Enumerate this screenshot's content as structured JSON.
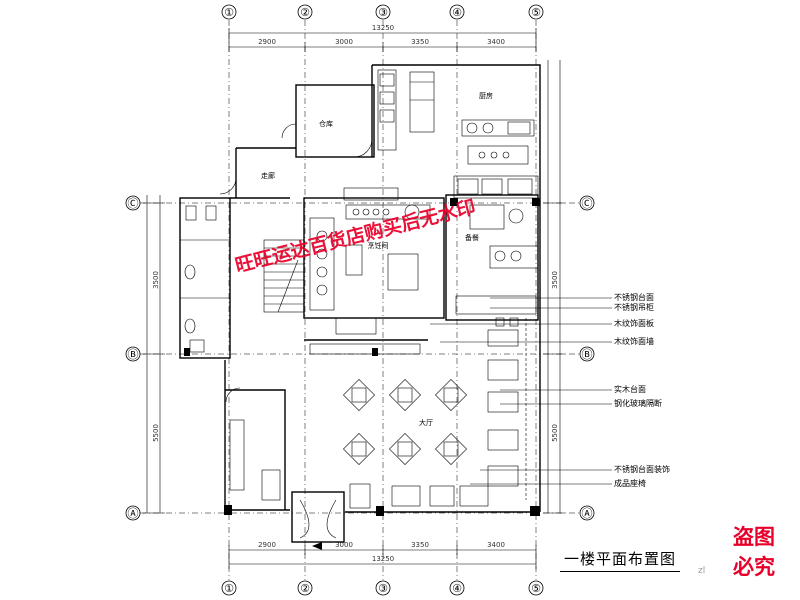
{
  "drawing": {
    "title": "一楼平面布置图",
    "grid_columns": [
      "①",
      "②",
      "③",
      "④",
      "⑤"
    ],
    "grid_rows": [
      "Ⓒ",
      "Ⓑ",
      "Ⓐ"
    ],
    "top_total_dim": "13250",
    "bottom_total_dim": "13250",
    "top_dims": [
      "2900",
      "3000",
      "3350",
      "3400"
    ],
    "bottom_dims": [
      "2900",
      "3000",
      "3350",
      "3400"
    ],
    "left_dims": [
      "3500",
      "5500"
    ],
    "right_dims": [
      "3500",
      "5500"
    ],
    "room_labels": {
      "store": "仓库",
      "kitchen_top": "厨房",
      "corridor": "走廊",
      "cook": "烹饪间",
      "prep": "备餐",
      "dining": "大厅"
    },
    "callouts": [
      "不锈钢台面",
      "不锈钢吊柜",
      "木纹饰面板",
      "木纹饰面墙",
      "实木台面",
      "钢化玻璃隔断",
      "不锈钢台面装饰",
      "成品座椅"
    ]
  },
  "watermark": {
    "text": "旺旺运达百货店购买后无水印",
    "color": "#e8002a"
  },
  "stamp": {
    "line1": "盗图",
    "line2": "必究",
    "color": "#e8002a"
  },
  "logo": {
    "text": "zl"
  }
}
